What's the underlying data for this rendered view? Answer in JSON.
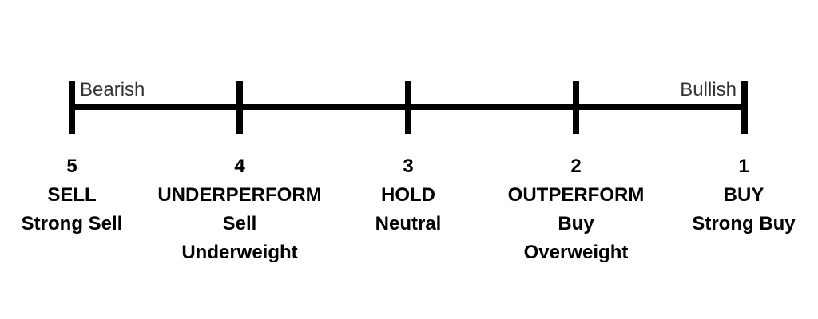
{
  "scale": {
    "left_label": "Bearish",
    "right_label": "Bullish",
    "ratings": [
      {
        "number": "5",
        "lines": [
          "SELL",
          "Strong Sell"
        ]
      },
      {
        "number": "4",
        "lines": [
          "UNDERPERFORM",
          "Sell",
          "Underweight"
        ]
      },
      {
        "number": "3",
        "lines": [
          "HOLD",
          "Neutral"
        ]
      },
      {
        "number": "2",
        "lines": [
          "OUTPERFORM",
          "Buy",
          "Overweight"
        ]
      },
      {
        "number": "1",
        "lines": [
          "BUY",
          "Strong Buy"
        ]
      }
    ]
  }
}
